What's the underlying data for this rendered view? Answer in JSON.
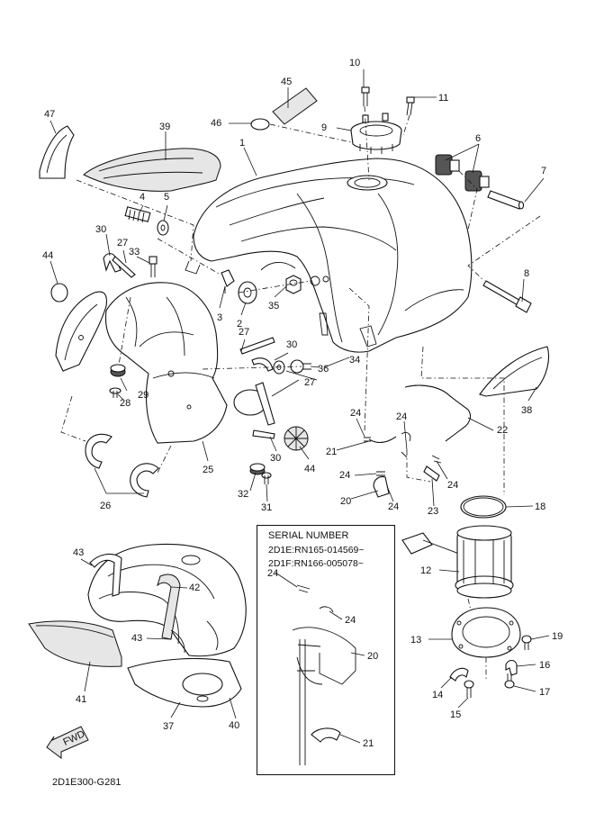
{
  "serial_box": {
    "title": "SERIAL NUMBER",
    "lines": [
      "2D1E:RN165-014569~",
      "2D1F:RN166-005078~"
    ]
  },
  "drawing_code": "2D1E300-G281",
  "fwd_label": "FWD",
  "callouts": [
    "1",
    "2",
    "3",
    "4",
    "5",
    "6",
    "6",
    "7",
    "8",
    "9",
    "10",
    "11",
    "12",
    "13",
    "14",
    "15",
    "16",
    "17",
    "18",
    "19",
    "20",
    "20",
    "21",
    "21",
    "22",
    "23",
    "24",
    "24",
    "24",
    "24",
    "24",
    "24",
    "24",
    "25",
    "26",
    "27",
    "27",
    "28",
    "29",
    "30",
    "30",
    "30",
    "31",
    "32",
    "33",
    "34",
    "35",
    "36",
    "37",
    "38",
    "39",
    "40",
    "41",
    "42",
    "43",
    "43",
    "44",
    "44",
    "45",
    "46",
    "47"
  ]
}
